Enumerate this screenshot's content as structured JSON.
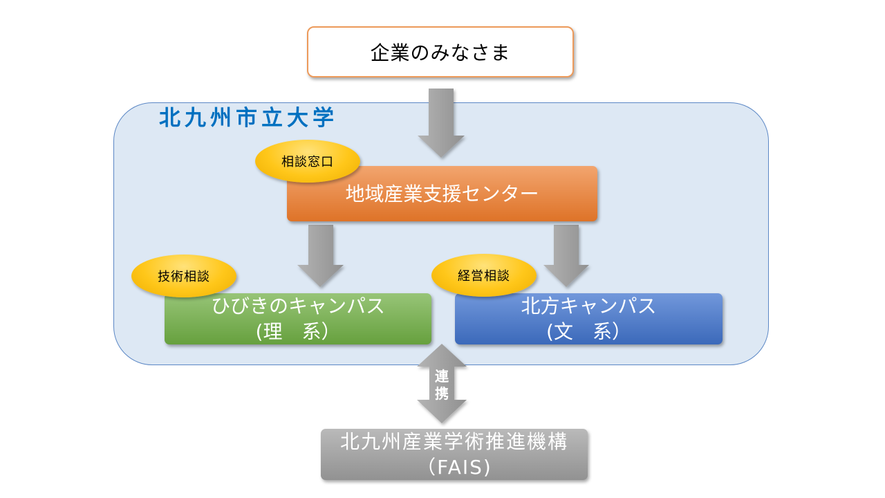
{
  "client_box": {
    "label": "企業のみなさま"
  },
  "university": {
    "title": "北九州市立大学"
  },
  "support_center": {
    "label": "地域産業支援センター",
    "badge": "相談窓口"
  },
  "hibikino_campus": {
    "name": "ひびきのキャンパス",
    "field": "(理　系）",
    "badge": "技術相談"
  },
  "kitagata_campus": {
    "name": "北方キャンパス",
    "field": "(文　系）",
    "badge": "経営相談"
  },
  "link": {
    "char_1": "連",
    "char_2": "携"
  },
  "fais": {
    "name": "北九州産業学術推進機構",
    "abbr": "（FAIS)"
  },
  "colors": {
    "title": "#0070c0",
    "container_fill": "#dde8f4",
    "container_border": "#5b87c5",
    "top_border": "#ed9a5a",
    "center": "#ec7a2a",
    "hibikino": "#6fae43",
    "kitagata": "#4275cf",
    "fais": "#a6a6a6",
    "badge": "#ffc71a"
  }
}
